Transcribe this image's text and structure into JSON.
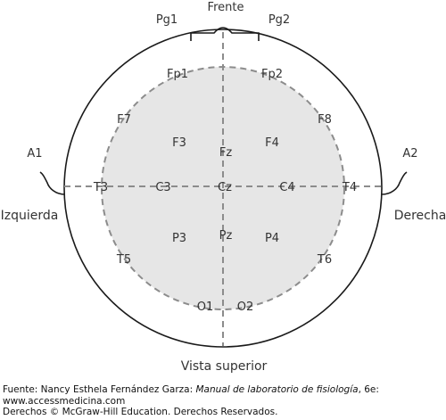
{
  "labels": {
    "front": "Frente",
    "pg1": "Pg1",
    "pg2": "Pg2",
    "a1": "A1",
    "a2": "A2",
    "left": "Izquierda",
    "right": "Derecha",
    "view": "Vista superior"
  },
  "electrodes": [
    {
      "id": "fp1",
      "label": "Fp1"
    },
    {
      "id": "fp2",
      "label": "Fp2"
    },
    {
      "id": "f7",
      "label": "F7"
    },
    {
      "id": "f8",
      "label": "F8"
    },
    {
      "id": "f3",
      "label": "F3"
    },
    {
      "id": "fz",
      "label": "Fz"
    },
    {
      "id": "f4",
      "label": "F4"
    },
    {
      "id": "t3",
      "label": "T3"
    },
    {
      "id": "c3",
      "label": "C3"
    },
    {
      "id": "cz",
      "label": "Cz"
    },
    {
      "id": "c4",
      "label": "C4"
    },
    {
      "id": "t4",
      "label": "T4"
    },
    {
      "id": "p3",
      "label": "P3"
    },
    {
      "id": "pz",
      "label": "Pz"
    },
    {
      "id": "p4",
      "label": "P4"
    },
    {
      "id": "t5",
      "label": "T5"
    },
    {
      "id": "t6",
      "label": "T6"
    },
    {
      "id": "o1",
      "label": "O1"
    },
    {
      "id": "o2",
      "label": "O2"
    }
  ],
  "caption": {
    "source_prefix": "Fuente: Nancy Esthela Fernández Garza: ",
    "book_title": "Manual de laboratorio de fisiología",
    "edition": ", 6e:",
    "url": "www.accessmedicina.com",
    "rights": "Derechos © McGraw-Hill Education. Derechos Reservados."
  },
  "colors": {
    "outline": "#1a1a1a",
    "dash": "#8c8c8c",
    "fill": "#e6e6e6"
  }
}
